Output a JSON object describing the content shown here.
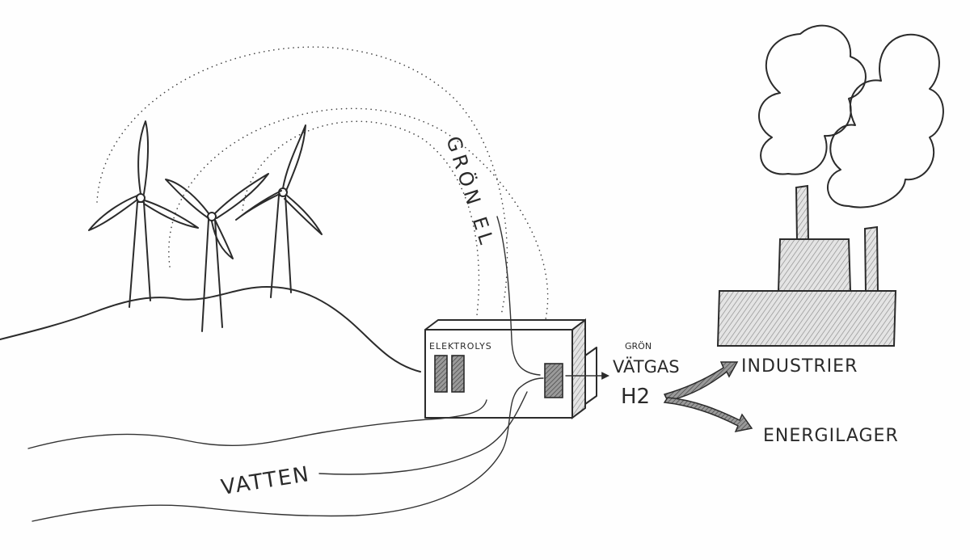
{
  "labels": {
    "gron_el": "GRÖN EL",
    "elektrolys": "ELEKTROLYS",
    "gron_small": "GRÖN",
    "vatgas": "VÄTGAS",
    "h2": "H2",
    "industrier": "INDUSTRIER",
    "energilager": "ENERGILAGER",
    "vatten": "VATTEN"
  }
}
